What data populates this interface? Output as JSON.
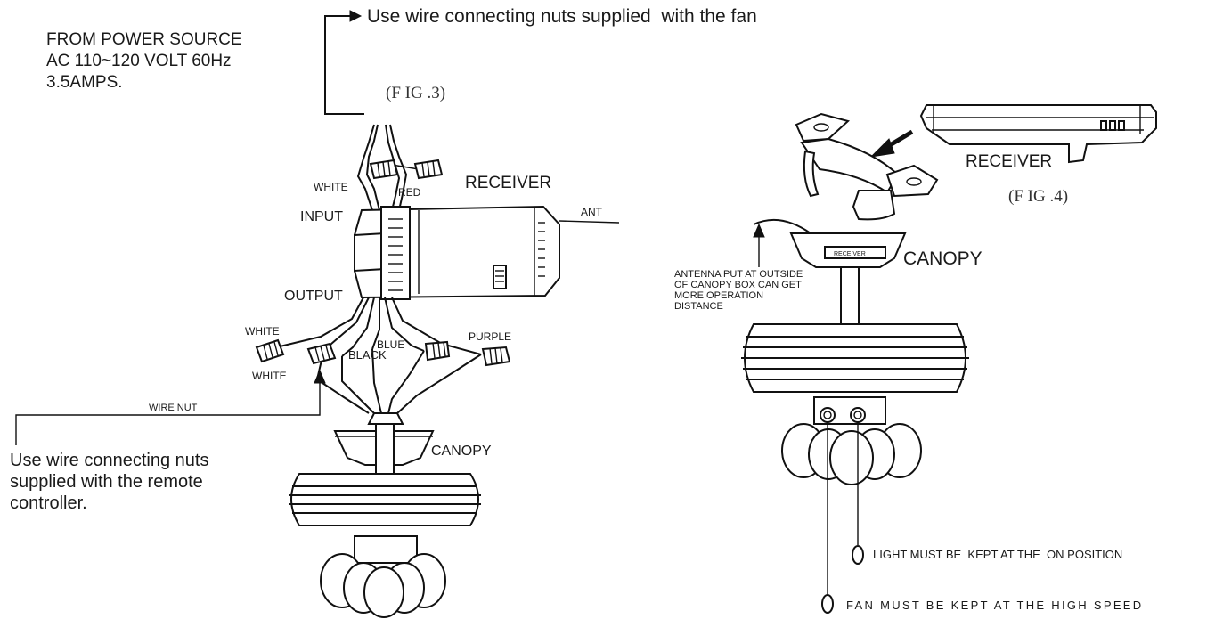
{
  "fig3": {
    "top_note": "Use wire connecting nuts supplied  with the fan",
    "power_line1": "FROM POWER SOURCE",
    "power_line2": "AC 110~120 VOLT 60Hz",
    "power_line3": "3.5AMPS.",
    "figure_label": "(F IG .3)",
    "white_in": "WHITE",
    "red_in": "RED",
    "receiver": "RECEIVER",
    "input": "INPUT",
    "ant": "ANT",
    "output": "OUTPUT",
    "white_out1": "WHITE",
    "white_out2": "WHITE",
    "black": "BLACK",
    "blue": "BLUE",
    "purple": "PURPLE",
    "wire_nut": "WIRE NUT",
    "remote_line1": "Use wire connecting nuts",
    "remote_line2": "supplied with the remote",
    "remote_line3": "controller.",
    "canopy": "CANOPY"
  },
  "fig4": {
    "receiver": "RECEIVER",
    "figure_label": "(F IG .4)",
    "canopy": "CANOPY",
    "canopy_receiver_tag": "RECEIVER",
    "antenna_line1": "ANTENNA PUT AT OUTSIDE",
    "antenna_line2": "OF CANOPY BOX CAN GET",
    "antenna_line3": "MORE OPERATION",
    "antenna_line4": "DISTANCE",
    "light_note": "LIGHT MUST BE  KEPT AT THE  ON POSITION",
    "fan_note": "FAN MUST BE KEPT AT THE HIGH SPEED"
  }
}
